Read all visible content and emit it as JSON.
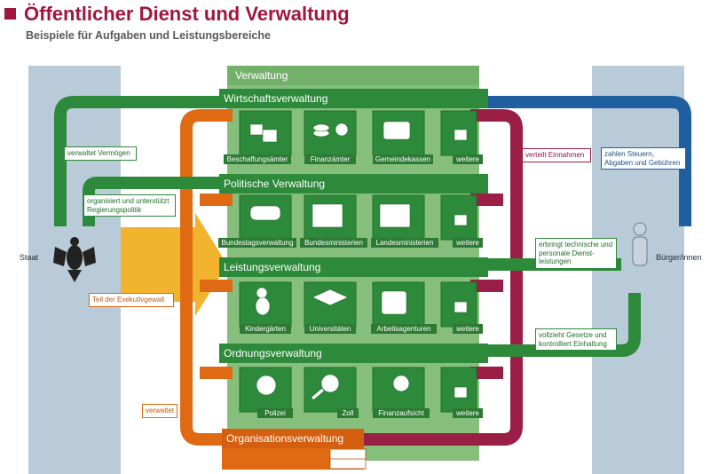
{
  "header": {
    "title": "Öffentlicher Dienst und Verwaltung",
    "subtitle": "Beispiele für Aufgaben und Leistungsbereiche"
  },
  "colors": {
    "title_red": "#a0173e",
    "green": "#2d8a3a",
    "dark_red": "#9a1e45",
    "orange": "#e06a14",
    "blue": "#1f5fa0",
    "pale_blue": "#b9cad8",
    "pale_green": "#86bf7c",
    "yellow": "#f2b32e"
  },
  "verwaltung_title": "Verwaltung",
  "staat_label": "Staat",
  "buerger_label": "Bürger/innen",
  "bands": {
    "wirtschaft": {
      "title": "Wirtschaftsverwaltung",
      "items": [
        "Beschaffungsämter",
        "Finanzämter",
        "Gemeindekassen",
        "weitere"
      ]
    },
    "politik": {
      "title": "Politische Verwaltung",
      "items": [
        "Bundestagsverwaltung",
        "Bundesministerien",
        "Landesministerien",
        "weitere"
      ]
    },
    "leistung": {
      "title": "Leistungsverwaltung",
      "items": [
        "Kindergärten",
        "Universitäten",
        "Arbeitsagenturen",
        "weitere"
      ]
    },
    "ordnung": {
      "title": "Ordnungsverwaltung",
      "items": [
        "Polizei",
        "Zoll",
        "Finanzaufsicht",
        "weitere"
      ]
    },
    "organisation": {
      "title": "Organisationsverwaltung"
    }
  },
  "tags": {
    "verwaltet_vermoegen": "verwaltet Vermögen",
    "organisiert": "organisiert und unterstützt Regierungspolitik",
    "teil_exekutive": "Teil der Exekutivgewalt",
    "verwaltet": "verwaltet",
    "verteilt": "verteilt Einnahmen",
    "zahlen": "zahlen Steuern, Abgaben und Gebühren",
    "erbringt": "erbringt technische und personale Dienst-leistungen",
    "vollzieht": "vollzieht Gesetze und kontrolliert Einhaltung"
  }
}
